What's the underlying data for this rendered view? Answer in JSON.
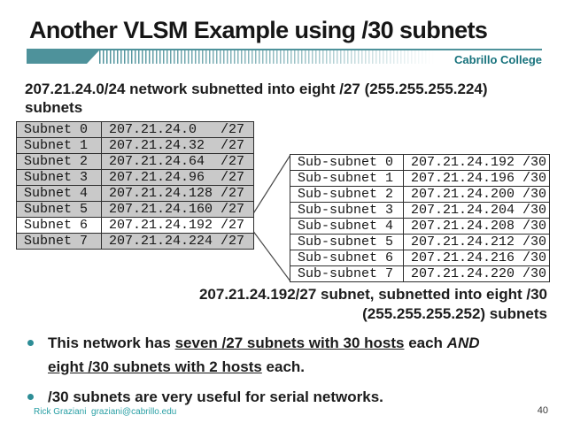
{
  "slide": {
    "title": "Another VLSM Example using /30 subnets",
    "brand": "Cabrillo College",
    "intro": "207.21.24.0/24 network subnetted into eight /27 (255.255.255.224)\nsubnets",
    "caption": "207.21.24.192/27 subnet, subnetted into eight /30\n(255.255.255.252) subnets",
    "footer_left": "Rick Graziani  graziani@cabrillo.edu",
    "page_number": "40"
  },
  "subnet_table": {
    "highlight_row": 6,
    "rows": [
      {
        "label": "Subnet 0",
        "value": "207.21.24.0   /27"
      },
      {
        "label": "Subnet 1",
        "value": "207.21.24.32  /27"
      },
      {
        "label": "Subnet 2",
        "value": "207.21.24.64  /27"
      },
      {
        "label": "Subnet 3",
        "value": "207.21.24.96  /27"
      },
      {
        "label": "Subnet 4",
        "value": "207.21.24.128 /27"
      },
      {
        "label": "Subnet 5",
        "value": "207.21.24.160 /27"
      },
      {
        "label": "Subnet 6",
        "value": "207.21.24.192 /27"
      },
      {
        "label": "Subnet 7",
        "value": "207.21.24.224 /27"
      }
    ]
  },
  "sub_subnet_table": {
    "rows": [
      {
        "label": "Sub-subnet 0",
        "value": "207.21.24.192 /30"
      },
      {
        "label": "Sub-subnet 1",
        "value": "207.21.24.196 /30"
      },
      {
        "label": "Sub-subnet 2",
        "value": "207.21.24.200 /30"
      },
      {
        "label": "Sub-subnet 3",
        "value": "207.21.24.204 /30"
      },
      {
        "label": "Sub-subnet 4",
        "value": "207.21.24.208 /30"
      },
      {
        "label": "Sub-subnet 5",
        "value": "207.21.24.212 /30"
      },
      {
        "label": "Sub-subnet 6",
        "value": "207.21.24.216 /30"
      },
      {
        "label": "Sub-subnet 7",
        "value": "207.21.24.220 /30"
      }
    ]
  },
  "bullets": [
    {
      "segments": [
        {
          "text": "This network has ",
          "style": ""
        },
        {
          "text": "seven /27 subnets with 30 hosts",
          "style": "u"
        },
        {
          "text": " each ",
          "style": ""
        },
        {
          "text": "AND",
          "style": "i"
        },
        {
          "text": "eight /30 subnets with 2 hosts",
          "style": "u",
          "br": true
        },
        {
          "text": " each.",
          "style": ""
        }
      ]
    },
    {
      "segments": [
        {
          "text": "/30 subnets are very useful for serial networks.",
          "style": ""
        }
      ]
    }
  ],
  "colors": {
    "bar_teal": "#4e929b",
    "brand_text_teal": "#17727c",
    "bullet_teal": "#2d8d96",
    "footer_teal": "#2aa0a5",
    "table_gray": "#c9c9c9",
    "text_black": "#1c1c1c"
  }
}
